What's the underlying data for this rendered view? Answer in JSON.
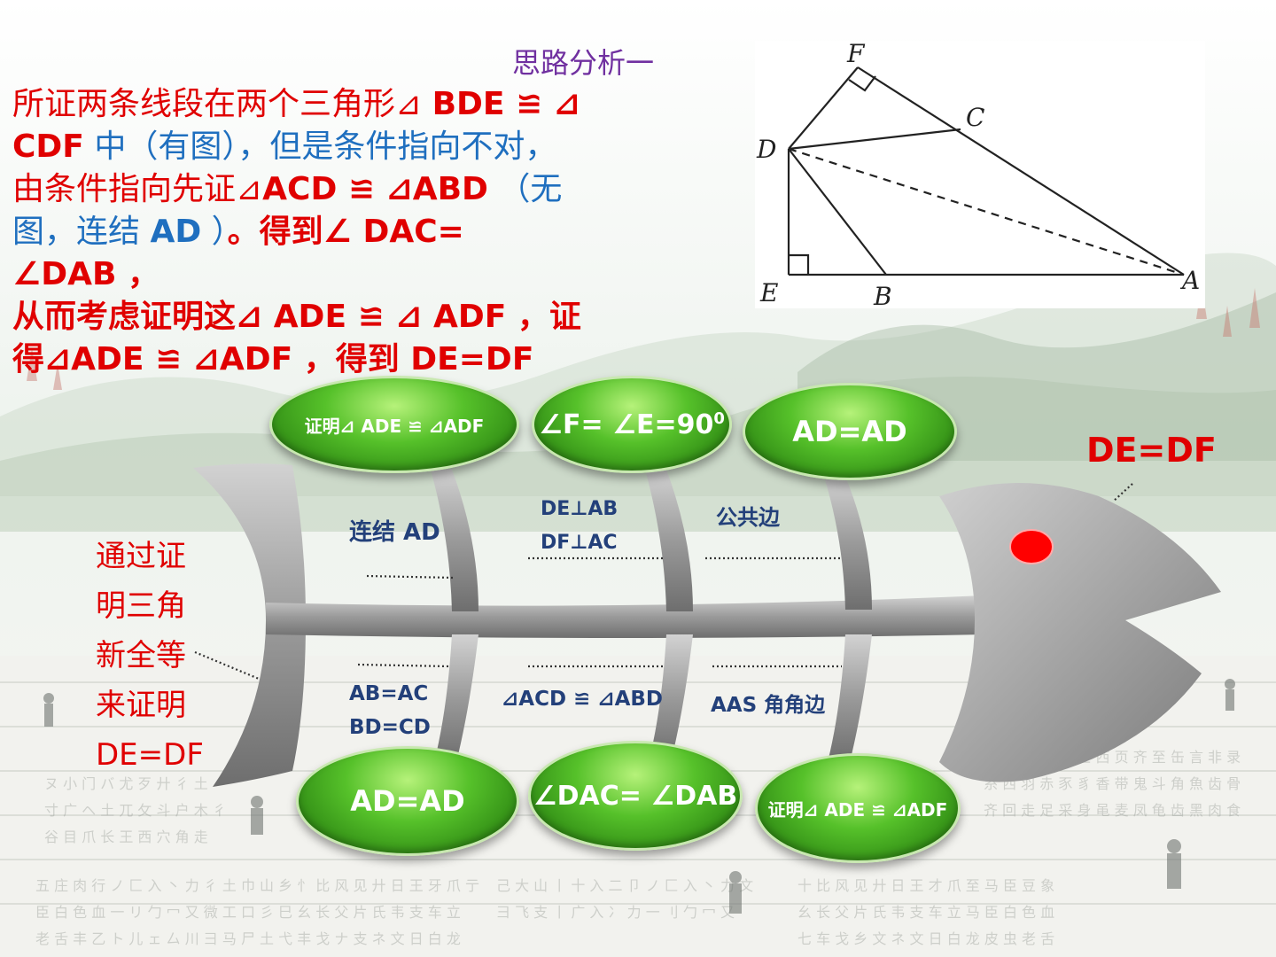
{
  "title": "思路分析一",
  "paragraph": {
    "l1a": "所证两条线段在两个三角形⊿ ",
    "l1b": "BDE ≌ ⊿",
    "l2a": "CDF",
    "l2b": " 中（有图），但是条件指向不对，",
    "l3a": "由条件指向先证⊿",
    "l3b": "ACD ≌ ⊿ABD",
    "l3c": " （无",
    "l4a": "图，连结 ",
    "l4b": "AD",
    "l4c": " ）",
    "l4d": "。得到∠ DAC=",
    "l5": "∠DAB ，",
    "l6": "从而考虑证明这⊿ ADE ≌ ⊿ ADF ，证",
    "l7": "得⊿ADE ≌ ⊿ADF ，得到 DE=DF"
  },
  "figure": {
    "points": {
      "F": "F",
      "C": "C",
      "D": "D",
      "E": "E",
      "B": "B",
      "A": "A"
    }
  },
  "fish": {
    "top_ovals": [
      {
        "text": "证明⊿ ADE ≌ ⊿ADF"
      },
      {
        "text": "∠F= ∠E=90",
        "sup": "0"
      },
      {
        "text": "AD=AD"
      }
    ],
    "bottom_ovals": [
      {
        "text": "AD=AD"
      },
      {
        "text": "∠DAC= ∠DAB"
      },
      {
        "text": "证明⊿ ADE ≌ ⊿ADF"
      }
    ],
    "labels_top": {
      "l1": "连结 AD",
      "l2a": "DE⊥AB",
      "l2b": "DF⊥AC",
      "l3": "公共边"
    },
    "labels_bottom": {
      "l1a": "AB=AC",
      "l1b": "BD=CD",
      "l2": "⊿ACD ≌ ⊿ABD",
      "l3": "AAS 角角边"
    },
    "left_text": [
      "通过证",
      "明三角",
      "新全等",
      "来证明",
      "DE=DF"
    ],
    "head_label": "DE=DF"
  }
}
